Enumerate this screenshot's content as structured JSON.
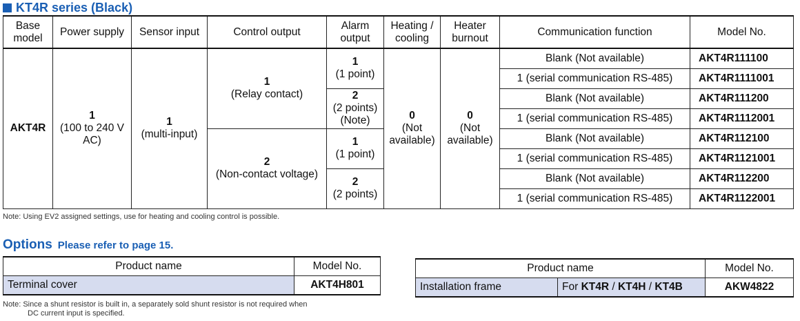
{
  "title": "KT4R series (Black)",
  "main_table": {
    "headers": {
      "base_model": "Base model",
      "power_supply": "Power supply",
      "sensor_input": "Sensor input",
      "control_output": "Control output",
      "alarm_output": "Alarm output",
      "heating_cooling": "Heating / cooling",
      "heater_burnout": "Heater burnout",
      "communication": "Communication function",
      "model_no": "Model No."
    },
    "base_model": "AKT4R",
    "power_supply": {
      "code": "1",
      "desc": "(100 to 240 V AC)"
    },
    "sensor_input": {
      "code": "1",
      "desc": "(multi-input)"
    },
    "control_outputs": [
      {
        "code": "1",
        "desc": "(Relay contact)"
      },
      {
        "code": "2",
        "desc": "(Non-contact voltage)"
      }
    ],
    "alarm_outputs": [
      {
        "code": "1",
        "desc": "(1 point)"
      },
      {
        "code": "2",
        "desc": "(2 points)",
        "note": "(Note)"
      },
      {
        "code": "1",
        "desc": "(1 point)"
      },
      {
        "code": "2",
        "desc": "(2 points)"
      }
    ],
    "heating_cooling": {
      "code": "0",
      "desc": "(Not available)"
    },
    "heater_burnout": {
      "code": "0",
      "desc": "(Not available)"
    },
    "rows": [
      {
        "comm": "Blank (Not available)",
        "model": "AKT4R111100"
      },
      {
        "comm": "1 (serial communication RS-485)",
        "model": "AKT4R1111001"
      },
      {
        "comm": "Blank (Not available)",
        "model": "AKT4R111200"
      },
      {
        "comm": "1 (serial communication RS-485)",
        "model": "AKT4R1112001"
      },
      {
        "comm": "Blank (Not available)",
        "model": "AKT4R112100"
      },
      {
        "comm": "1 (serial communication RS-485)",
        "model": "AKT4R1121001"
      },
      {
        "comm": "Blank (Not available)",
        "model": "AKT4R112200"
      },
      {
        "comm": "1 (serial communication RS-485)",
        "model": "AKT4R1122001"
      }
    ]
  },
  "note1": "Note: Using EV2 assigned settings, use for heating and cooling control is possible.",
  "options": {
    "title": "Options",
    "subtitle": "Please refer to page 15.",
    "table1": {
      "header_name": "Product name",
      "header_model": "Model No.",
      "name": "Terminal cover",
      "model": "AKT4H801"
    },
    "note2_line1": "Note: Since a shunt resistor is built in, a separately sold shunt resistor is not required when",
    "note2_line2": "DC current input is specified.",
    "table2": {
      "header_name": "Product name",
      "header_model": "Model No.",
      "name": "Installation frame",
      "for_prefix": "For",
      "for_models": [
        "KT4R",
        "KT4H",
        "KT4B"
      ],
      "separator": " / ",
      "model": "AKW4822"
    }
  }
}
